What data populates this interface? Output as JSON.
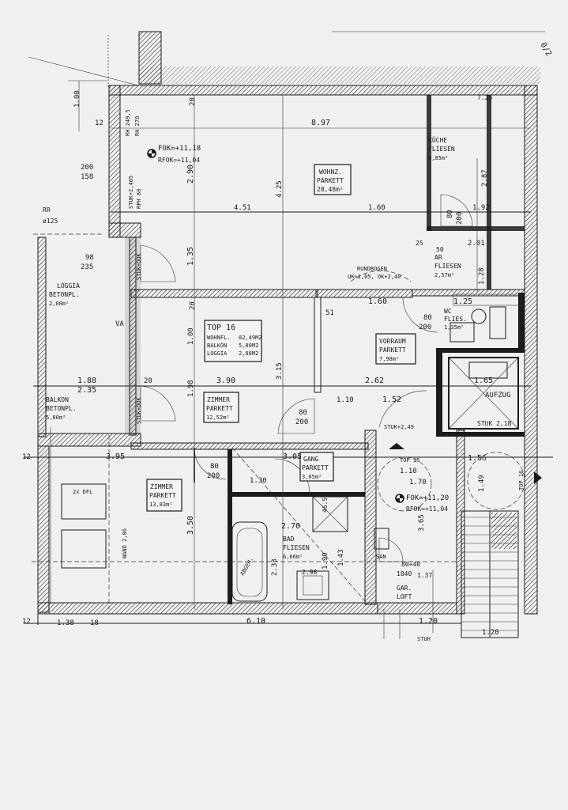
{
  "apartment": {
    "title": "TOP 16",
    "rows": [
      {
        "label": "WOHNFL.",
        "value": "82,49M2"
      },
      {
        "label": "BALKON",
        "value": "5,80M2"
      },
      {
        "label": "LOGGIA",
        "value": "2,08M2"
      }
    ]
  },
  "rooms": {
    "wohnz": {
      "name": "WOHNZ.",
      "floor": "PARKETT",
      "area": "28,48m²"
    },
    "kueche": {
      "name": "KÜCHE",
      "floor": "FLIESEN",
      "area": "6,05m²"
    },
    "ar": {
      "name": "AR",
      "floor": "FLIESEN",
      "area": "2,57m²"
    },
    "wc": {
      "name": "WC",
      "floor": "FLIES.",
      "area": "1,35m²"
    },
    "vorraum": {
      "name": "VORRAUM",
      "floor": "PARKETT",
      "area": "7,98m²"
    },
    "loggia": {
      "name": "LOGGIA",
      "floor": "BETONPL.",
      "area": "2,08m²"
    },
    "balkon": {
      "name": "BALKON",
      "floor": "BETONPL.",
      "area": "5,80m²"
    },
    "zimmer1": {
      "name": "ZIMMER",
      "floor": "PARKETT",
      "area": "12,52m²"
    },
    "zimmer2": {
      "name": "ZIMMER",
      "floor": "PARKETT",
      "area": "13,83m²"
    },
    "gang": {
      "name": "GANG",
      "floor": "PARKETT",
      "area": "3,05m²"
    },
    "bad": {
      "name": "BAD",
      "floor": "FLIESEN",
      "area": "6,66m²"
    },
    "garloft": {
      "name": "GAR.",
      "floor": "LOFT",
      "area": ""
    }
  },
  "levels": {
    "fok_top": "FOK=+11,18",
    "rfok_top": "RFOK=+11,04",
    "fok_bottom": "FOK=+11,20",
    "rfok_bottom": "RFOK=+11,04"
  },
  "annotations": {
    "rundbogen": "RUNDBOGEN",
    "rundbogen_sub": "UK+2,05, OK+2,40",
    "aufzug": "AUFZUG",
    "stuk": "STUK 2,18",
    "top15": "TOP 15",
    "top16_small": "TOP 16",
    "dfl": "2x DFL",
    "wand": "WAND 2,06",
    "abgeh": "ABGEH.",
    "san": "SAN",
    "stuk_duk1": "STUK+DUK",
    "stuk_duk2": "STUK+DUK",
    "stuk_h": "STUK+2,49",
    "rr": "RR",
    "rr_sub": "ø125",
    "corner_note": "0/2",
    "vv": "VA",
    "dim_side": "STUK+2,405",
    "rph": "RPH 80",
    "rh1": "RH 249,5",
    "rh2": "RH 270",
    "stuh": "STUH"
  },
  "dimensions": {
    "d897": "8.97",
    "d451": "4.51",
    "d160": "1.60",
    "d192": "1.92",
    "d201": "2.01",
    "d290": "2.90",
    "d425": "4.25",
    "d135": "1.35",
    "d100": "1.00",
    "d100b": "1.00",
    "d198": "1.98",
    "d390": "3.90",
    "d315": "3.15",
    "d262": "2.62",
    "d110": "1.10",
    "d152": "1.52",
    "d165": "1.65",
    "d125": "1.25",
    "d160b": "1.60",
    "d395": "3.95",
    "d305": "3.05",
    "d130": "1.30",
    "d270": "2.70",
    "d350": "3.50",
    "d610": "6.10",
    "d298": "2.98",
    "d233": "2.33",
    "d190": "1.90",
    "d143": "1.43",
    "d365": "3.65",
    "d170": "1.70",
    "d110b": "1.10",
    "d156": "1.56",
    "d149": "1.49",
    "d137": "1.37",
    "d120": "1.20",
    "d120b": "1.20",
    "d188": "1.88",
    "d235": "2.35",
    "d98": "98",
    "d235b": "235",
    "d200": "200",
    "d158": "158",
    "d128": "1.28",
    "d287": "2.87",
    "d12": "12",
    "d12b": "12",
    "d12c": "12",
    "d20a": "20",
    "d20b": "20",
    "d20c": "20",
    "d51": "51",
    "d80a": "80",
    "d200a": "200",
    "d50": "50",
    "d25": "25",
    "d80b": "80",
    "d200b": "200",
    "d80c": "80",
    "d200c": "200",
    "d80d": "80",
    "d200d": "200",
    "d8040": "80+40",
    "d1840": "1840",
    "d725": "7.25",
    "d465": "46.5",
    "d138": "1.38",
    "d118": "18"
  }
}
